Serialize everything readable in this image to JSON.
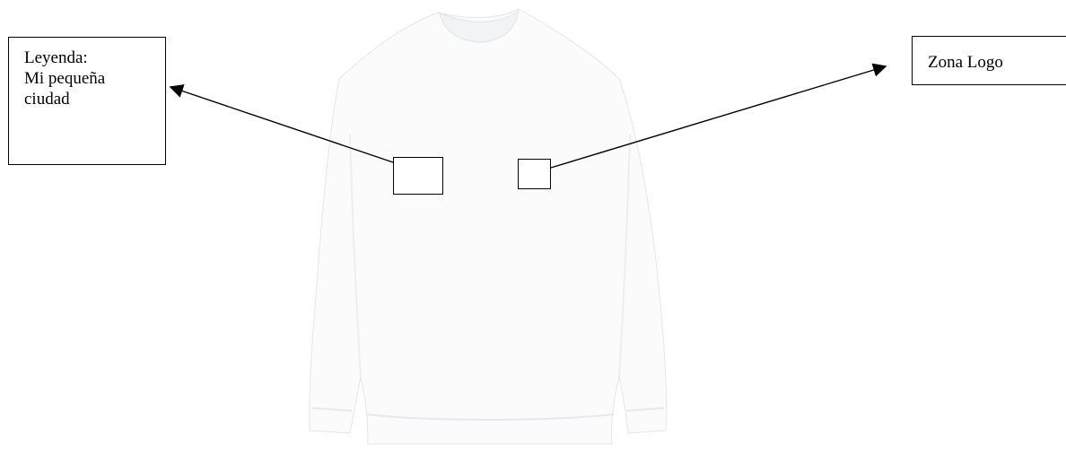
{
  "legend_callout": {
    "lines": [
      "Leyenda:",
      "Mi pequeña",
      "ciudad"
    ]
  },
  "logo_callout": {
    "label": "Zona Logo"
  },
  "colors": {
    "garment": "#fbfbfb",
    "garment_shadow": "#eceef0",
    "ink": "#000000"
  }
}
